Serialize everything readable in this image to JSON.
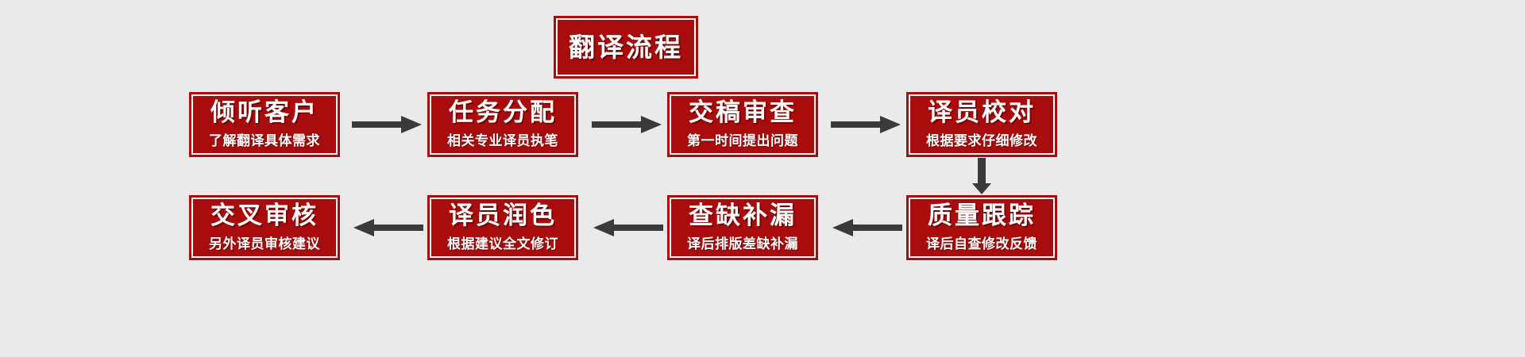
{
  "diagram": {
    "title": "翻译流程",
    "background_color": "#eaeaea",
    "box_color": "#a80c0c",
    "border_color": "#ffffff",
    "text_color": "#ffffff",
    "arrow_color": "#3a3a3a",
    "steps": [
      {
        "order": 1,
        "title": "倾听客户",
        "subtitle": "了解翻译具体需求"
      },
      {
        "order": 2,
        "title": "任务分配",
        "subtitle": "相关专业译员执笔"
      },
      {
        "order": 3,
        "title": "交稿审查",
        "subtitle": "第一时间提出问题"
      },
      {
        "order": 4,
        "title": "译员校对",
        "subtitle": "根据要求仔细修改"
      },
      {
        "order": 5,
        "title": "质量跟踪",
        "subtitle": "译后自查修改反馈"
      },
      {
        "order": 6,
        "title": "查缺补漏",
        "subtitle": "译后排版差缺补漏"
      },
      {
        "order": 7,
        "title": "译员润色",
        "subtitle": "根据建议全文修订"
      },
      {
        "order": 8,
        "title": "交叉审核",
        "subtitle": "另外译员审核建议"
      }
    ],
    "connectors": [
      {
        "name": "arrow-step1-to-step2",
        "direction": "right"
      },
      {
        "name": "arrow-step2-to-step3",
        "direction": "right"
      },
      {
        "name": "arrow-step3-to-step4",
        "direction": "right"
      },
      {
        "name": "arrow-step4-to-step5",
        "direction": "down"
      },
      {
        "name": "arrow-step5-to-step6",
        "direction": "left"
      },
      {
        "name": "arrow-step6-to-step7",
        "direction": "left"
      },
      {
        "name": "arrow-step7-to-step8",
        "direction": "left"
      }
    ]
  }
}
